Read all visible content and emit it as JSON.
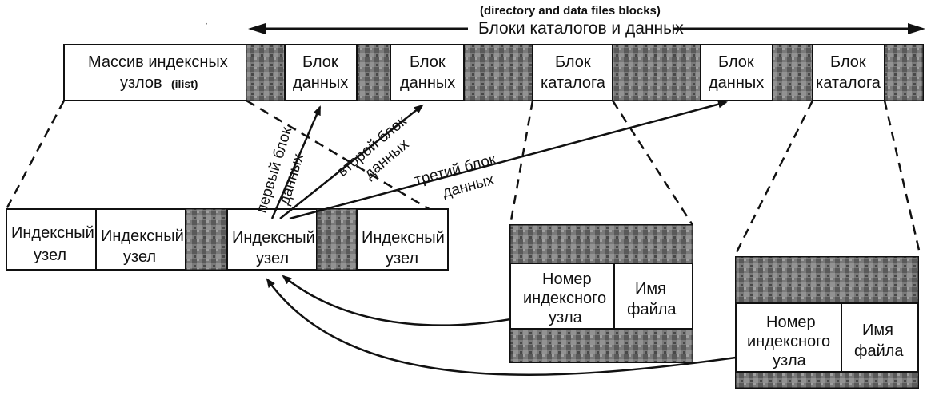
{
  "header": {
    "english_caption": "(directory and data  files blocks)",
    "russian_caption": "Блоки каталогов и данных"
  },
  "top_strip": {
    "ilist_label_line1": "Массив индексных",
    "ilist_label_line2": "узлов",
    "ilist_label_suffix": "(ilist)",
    "data_block_line1": "Блок",
    "data_block_line2": "данных",
    "dir_block_line1": "Блок",
    "dir_block_line2": "каталога"
  },
  "inode_row": {
    "inode_line1": "Индексный",
    "inode_line2": "узел"
  },
  "arrows": {
    "first_line1": "первый блок",
    "first_line2": "данных",
    "second_line1": "второй блок",
    "second_line2": "данных",
    "third_line1": "третий блок",
    "third_line2": "данных"
  },
  "dir_entry": {
    "inode_number_line1": "Номер",
    "inode_number_line2": "индексного",
    "inode_number_line3": "узла",
    "file_name_line1": "Имя",
    "file_name_line2": "файла"
  },
  "colors": {
    "ink": "#111111",
    "block_fill": "#ffffff",
    "noise_fill": "#6f6f6f"
  }
}
